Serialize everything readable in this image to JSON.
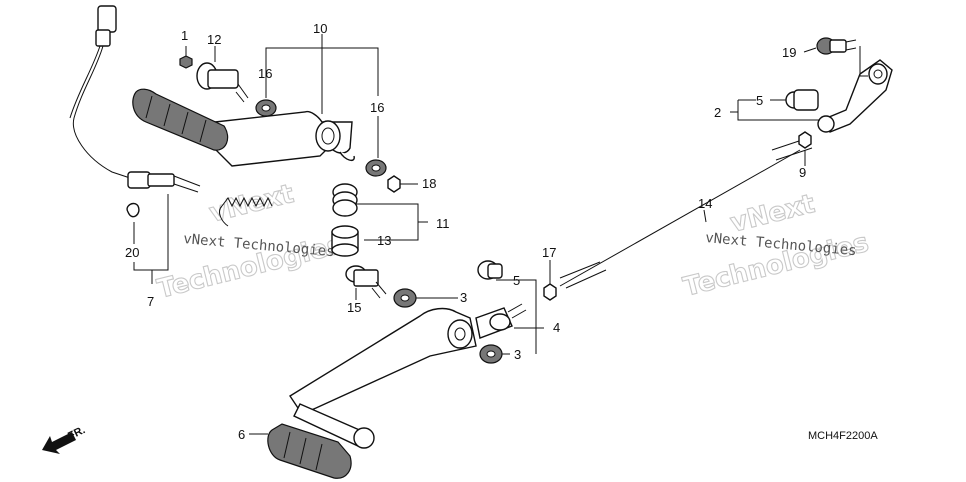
{
  "diagram_code": "MCH4F2200A",
  "front_marker": "FR.",
  "watermarks": {
    "company": "vNext Technologies",
    "outline_word_1": "vNext",
    "outline_word_2": "Technologies"
  },
  "callouts": [
    "1",
    "2",
    "3",
    "3",
    "4",
    "5",
    "5",
    "6",
    "7",
    "9",
    "10",
    "11",
    "12",
    "13",
    "14",
    "15",
    "16",
    "16",
    "17",
    "18",
    "19",
    "20"
  ]
}
